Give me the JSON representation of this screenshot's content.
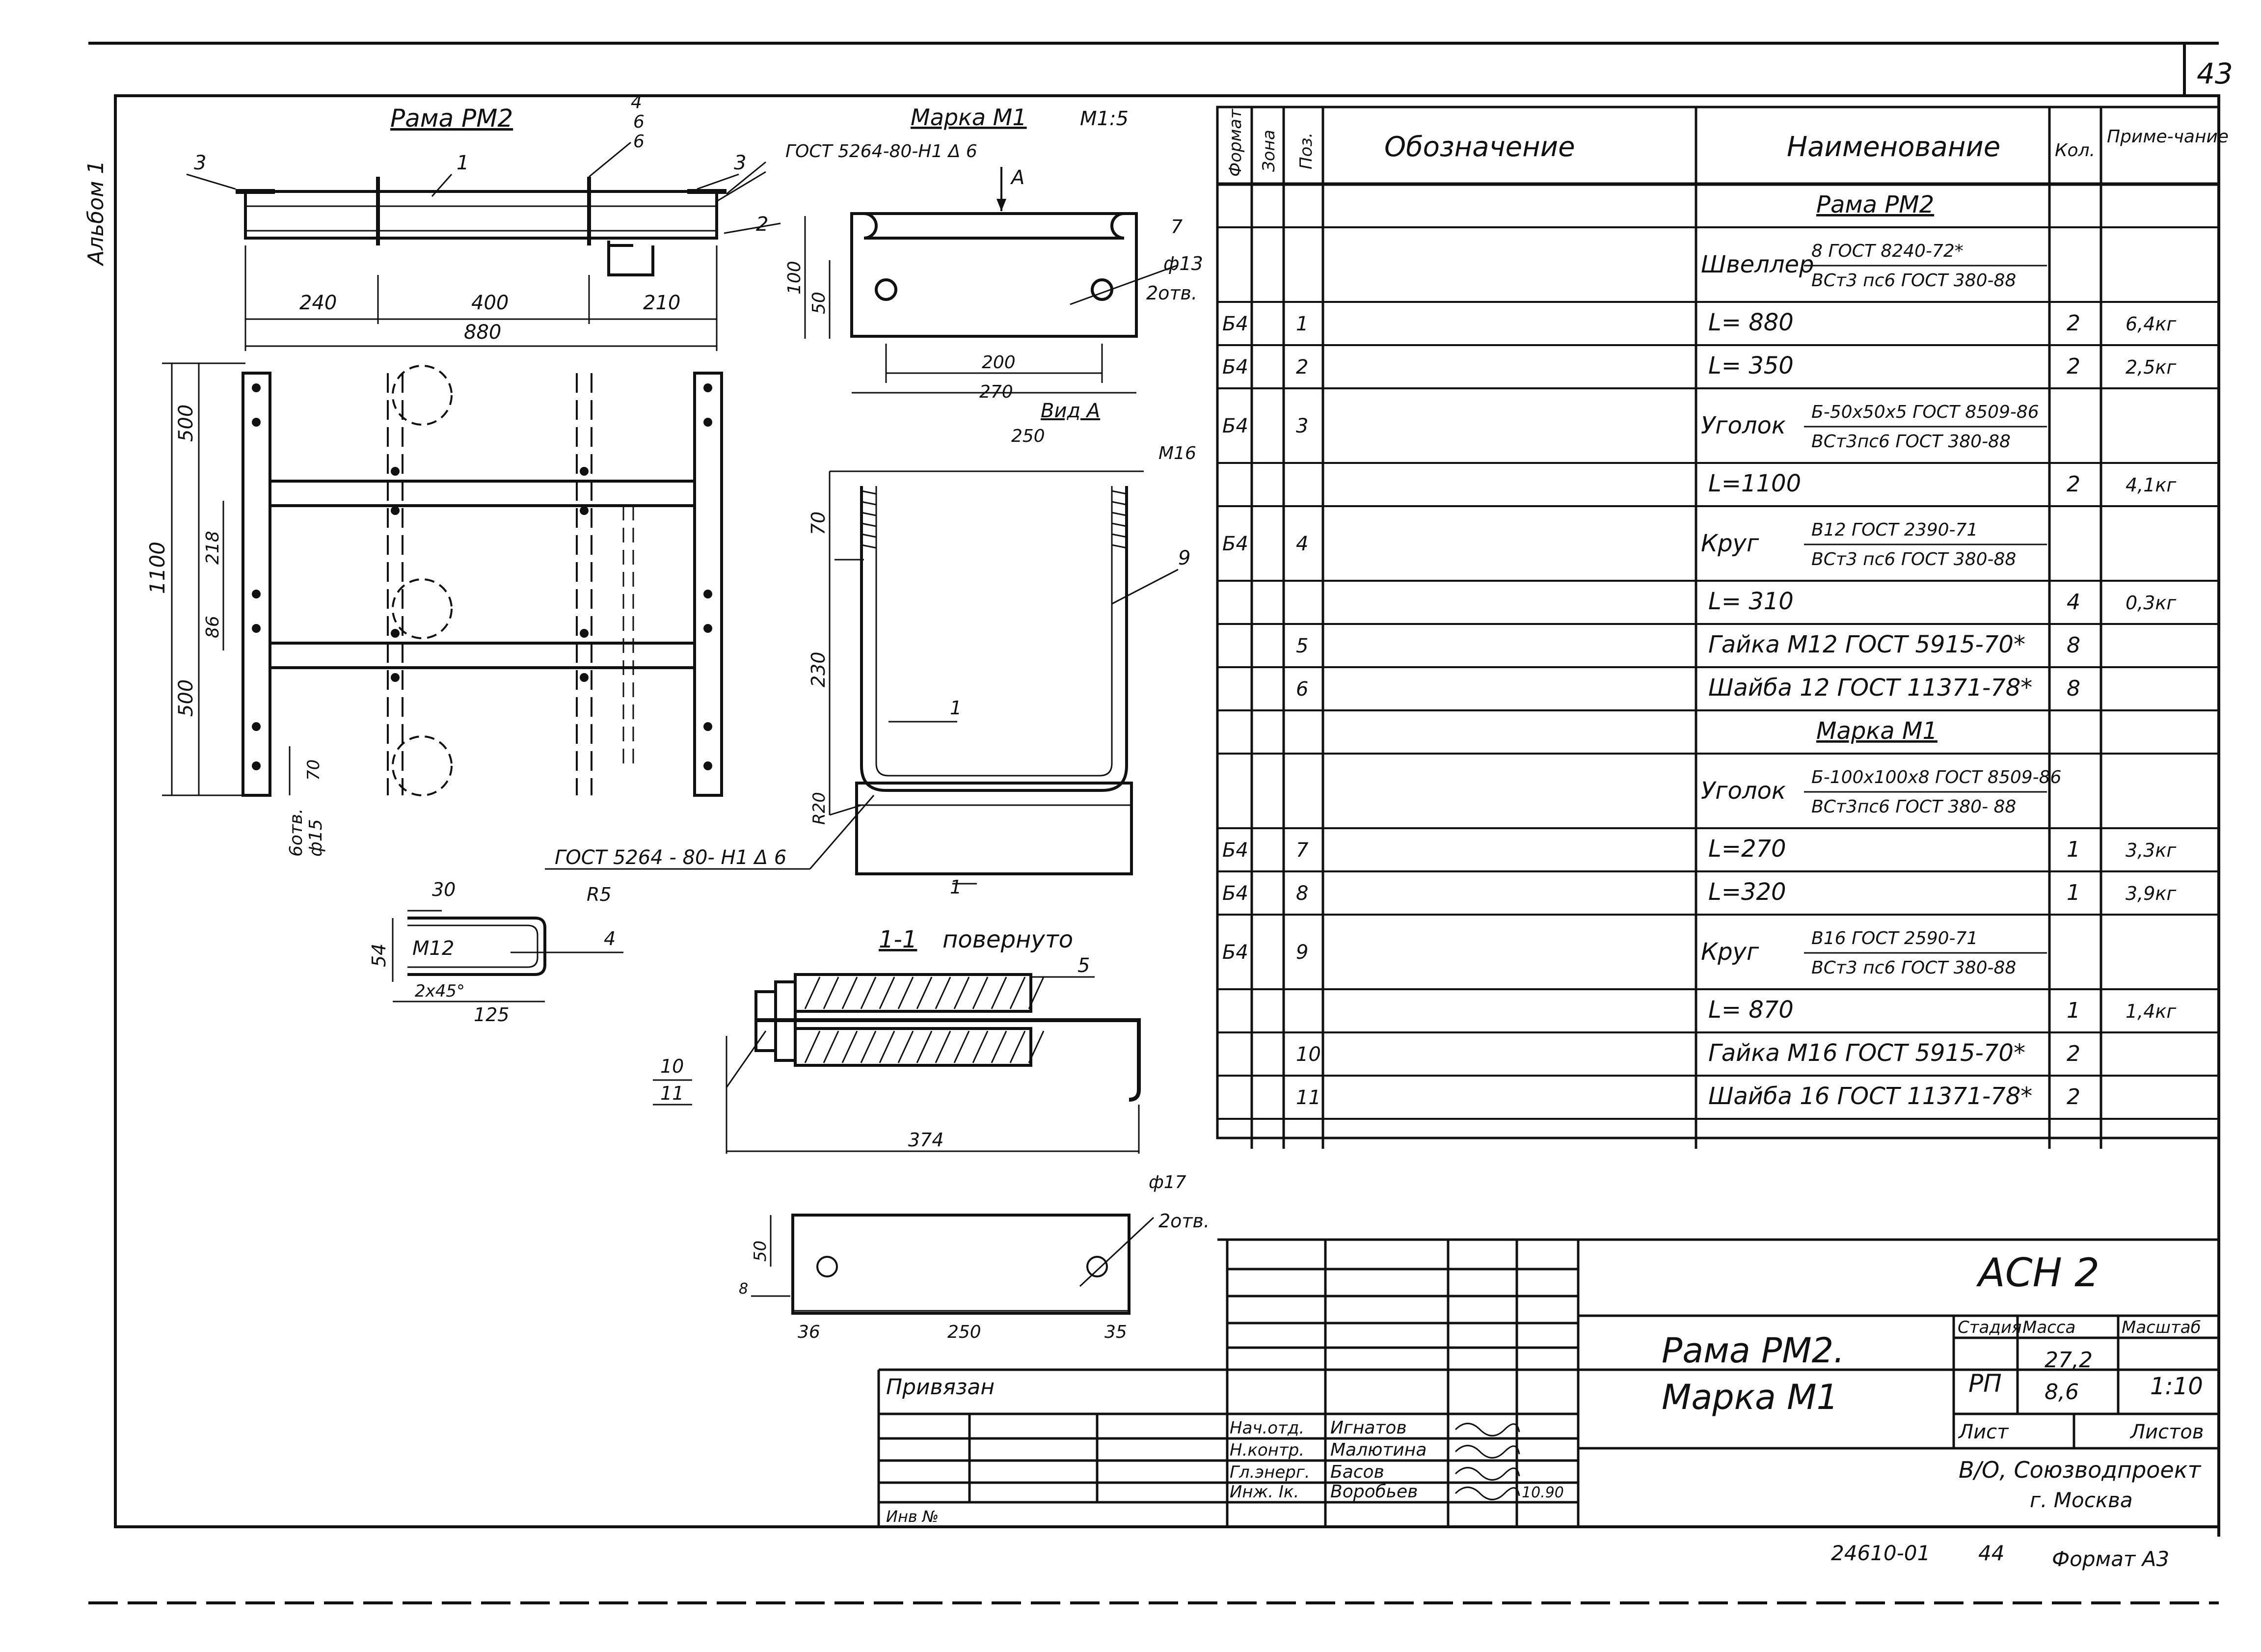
{
  "page": {
    "page_number": "43",
    "side_label": "Альбом 1",
    "footer_code": "24610-01",
    "footer_sheet": "44",
    "footer_format": "Формат А3"
  },
  "drawing": {
    "frame_title": "Рама РМ2",
    "frame_dims": {
      "d240": "240",
      "d400": "400",
      "d210": "210",
      "d880": "880",
      "d1100": "1100",
      "d500a": "500",
      "d218": "218",
      "d86": "86",
      "d500b": "500",
      "d70": "70",
      "holes": "6отв.",
      "hole_dia": "ф15"
    },
    "frame_callouts": {
      "c3a": "3",
      "c1": "1",
      "c4": "4",
      "c6a": "6",
      "c6b": "6",
      "c3b": "3",
      "c2": "2",
      "weld_top": "ГОСТ 5264-80-Н1 Δ 6",
      "weld_bottom": "ГОСТ 5264 - 80- Н1 Δ 6"
    },
    "mark_title": "Марка М1",
    "mark_scale": "М1:5",
    "mark_dims": {
      "arrow": "А",
      "d100": "100",
      "d50": "50",
      "d200": "200",
      "d270": "270",
      "pos7": "7",
      "hole": "ф13",
      "holes": "2отв."
    },
    "view_title": "Вид А",
    "view_dims": {
      "d250": "250",
      "thread": "М16",
      "d70": "70",
      "d230": "230",
      "pos9": "9",
      "r20": "R20",
      "sec1a": "1",
      "sec1b": "1"
    },
    "u_bolt": {
      "d30": "30",
      "r5": "R5",
      "d54": "54",
      "thread": "М12",
      "chamfer": "2x45°",
      "d125": "125",
      "pos4": "4"
    },
    "section_title": "1-1",
    "section_rotated": "повернуто",
    "section_dims": {
      "pos5": "5",
      "pos10": "10",
      "pos11": "11",
      "d374": "374"
    },
    "plate_dims": {
      "hole": "ф17",
      "holes": "2отв.",
      "d50": "50",
      "d8": "8",
      "d36a": "36",
      "d250": "250",
      "d35": "35"
    }
  },
  "spec": {
    "headers": {
      "format": "Формат",
      "zone": "Зона",
      "pos": "Поз.",
      "designation": "Обозначение",
      "name": "Наименование",
      "qty": "Кол.",
      "note": "Приме-чание"
    },
    "rows": [
      {
        "fmt": "",
        "pos": "",
        "name": "Рама РМ2",
        "kind": "section",
        "qty": "",
        "note": ""
      },
      {
        "fmt": "",
        "pos": "",
        "kind": "fraction",
        "prefix": "Швеллер",
        "top": "8 ГОСТ 8240-72*",
        "bot": "ВСт3 пс6 ГОСТ 380-88",
        "qty": "",
        "note": ""
      },
      {
        "fmt": "Б4",
        "pos": "1",
        "name": "L= 880",
        "qty": "2",
        "note": "6,4кг"
      },
      {
        "fmt": "Б4",
        "pos": "2",
        "name": "L= 350",
        "qty": "2",
        "note": "2,5кг"
      },
      {
        "fmt": "Б4",
        "pos": "3",
        "kind": "fraction",
        "prefix": "Уголок",
        "top": "Б-50x50x5 ГОСТ 8509-86",
        "bot": "ВСт3пс6 ГОСТ 380-88",
        "qty": "",
        "note": ""
      },
      {
        "fmt": "",
        "pos": "",
        "name": "L=1100",
        "qty": "2",
        "note": "4,1кг"
      },
      {
        "fmt": "Б4",
        "pos": "4",
        "kind": "fraction",
        "prefix": "Круг",
        "top": "В12 ГОСТ 2390-71",
        "bot": "ВСт3 пс6 ГОСТ 380-88",
        "qty": "",
        "note": ""
      },
      {
        "fmt": "",
        "pos": "",
        "name": "L= 310",
        "qty": "4",
        "note": "0,3кг"
      },
      {
        "fmt": "",
        "pos": "5",
        "name": "Гайка М12 ГОСТ 5915-70*",
        "qty": "8",
        "note": ""
      },
      {
        "fmt": "",
        "pos": "6",
        "name": "Шайба 12 ГОСТ 11371-78*",
        "qty": "8",
        "note": ""
      },
      {
        "fmt": "",
        "pos": "",
        "name": "Марка М1",
        "kind": "section",
        "qty": "",
        "note": ""
      },
      {
        "fmt": "",
        "pos": "",
        "kind": "fraction",
        "prefix": "Уголок",
        "top": "Б-100x100x8 ГОСТ 8509-86",
        "bot": "ВСт3пс6 ГОСТ 380- 88",
        "qty": "",
        "note": ""
      },
      {
        "fmt": "Б4",
        "pos": "7",
        "name": "L=270",
        "qty": "1",
        "note": "3,3кг"
      },
      {
        "fmt": "Б4",
        "pos": "8",
        "name": "L=320",
        "qty": "1",
        "note": "3,9кг"
      },
      {
        "fmt": "Б4",
        "pos": "9",
        "kind": "fraction",
        "prefix": "Круг",
        "top": "В16 ГОСТ 2590-71",
        "bot": "ВСт3 пс6 ГОСТ 380-88",
        "qty": "",
        "note": ""
      },
      {
        "fmt": "",
        "pos": "",
        "name": "L= 870",
        "qty": "1",
        "note": "1,4кг"
      },
      {
        "fmt": "",
        "pos": "10",
        "name": "Гайка М16 ГОСТ 5915-70*",
        "qty": "2",
        "note": ""
      },
      {
        "fmt": "",
        "pos": "11",
        "name": "Шайба 16 ГОСТ 11371-78*",
        "qty": "2",
        "note": ""
      }
    ]
  },
  "title_block": {
    "code": "АСН 2",
    "title1": "Рама РМ2.",
    "title2": "Марка М1",
    "stage_h": "Стадия",
    "mass_h": "Масса",
    "scale_h": "Масштаб",
    "stage": "РП",
    "mass1": "27,2",
    "mass2": "8,6",
    "scale": "1:10",
    "sheet_h": "Лист",
    "sheets_h": "Листов",
    "org1": "В/О, Союзводпроект",
    "org2": "г. Москва",
    "privyazan": "Привязан",
    "inv": "Инв №",
    "roles": [
      "Нач.отд.",
      "Н.контр.",
      "Гл.энерг.",
      "Инж. Iк."
    ],
    "names": [
      "Игнатов",
      "Малютина",
      "Басов",
      "Воробьев"
    ],
    "date": "10.90"
  }
}
